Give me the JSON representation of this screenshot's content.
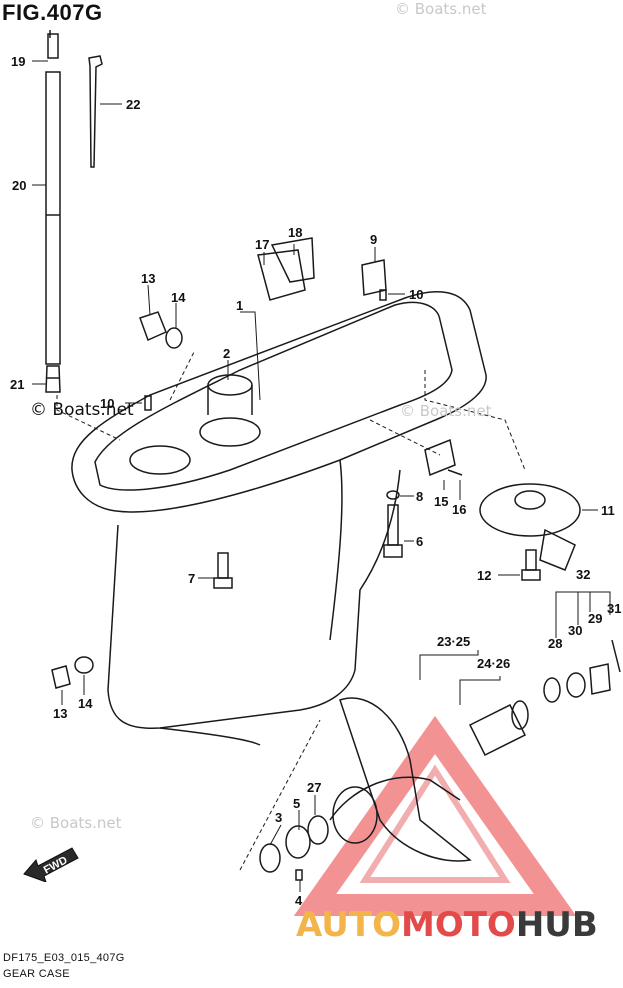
{
  "figure": {
    "title": "FIG.407G"
  },
  "watermarks": {
    "top": "© Boats.net",
    "left": "© Boats.net",
    "right": "© Boats.net",
    "bottom": "© Boats.net"
  },
  "callouts": [
    "19",
    "22",
    "20",
    "17",
    "18",
    "9",
    "13",
    "14",
    "1",
    "10",
    "2",
    "21",
    "10",
    "8",
    "15",
    "16",
    "11",
    "6",
    "7",
    "12",
    "32",
    "31",
    "23·25",
    "28",
    "30",
    "29",
    "24·26",
    "13",
    "14",
    "27",
    "5",
    "3",
    "4"
  ],
  "footer": {
    "code": "DF175_E03_015_407G",
    "caption": "GEAR CASE"
  },
  "badge": {
    "text": "FWD"
  },
  "brand": {
    "part1": "AUTO",
    "part2": "MOTO",
    "part3": "HUB"
  },
  "colors": {
    "line": "#1a1a1a",
    "brand_red": "#e34a4a",
    "brand_yellow": "#f3b54a"
  }
}
